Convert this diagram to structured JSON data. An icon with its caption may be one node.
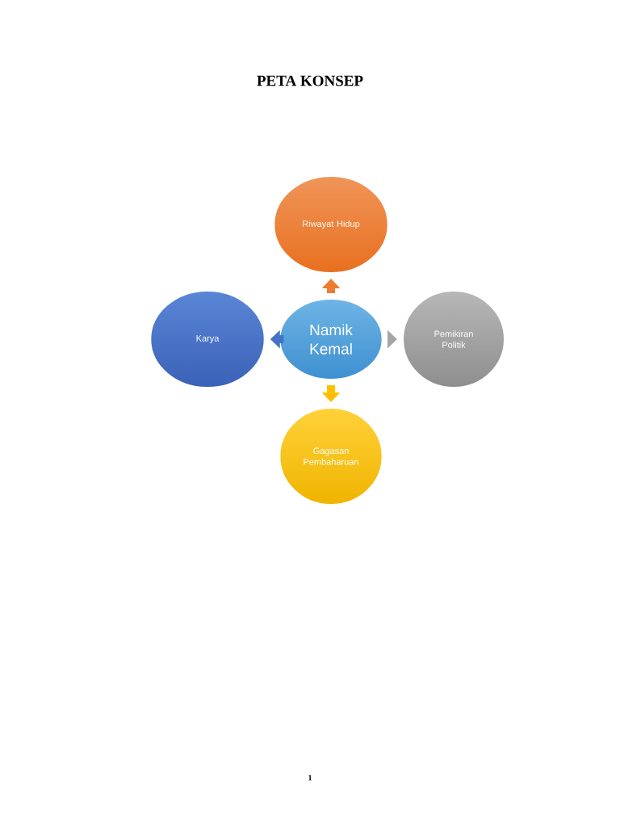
{
  "diagram": {
    "title": "PETA KONSEP",
    "nodes": [
      {
        "text": [
          "Riwayat Hidup"
        ]
      },
      {
        "text": [
          "Karya"
        ]
      },
      {
        "text": [
          "Namik Kemal"
        ]
      },
      {
        "text": [
          "Pemikiran Politik"
        ]
      },
      {
        "text": [
          "Gagasan Pembaharuan"
        ]
      }
    ],
    "edges": [
      {
        "from": 2,
        "to": 0,
        "arrow": "to",
        "color": "#ed7d31"
      },
      {
        "from": 2,
        "to": 1,
        "arrow": "to",
        "color": "#4472c4"
      },
      {
        "from": 2,
        "to": 3,
        "arrow": "to",
        "color": "#a5a5a5"
      },
      {
        "from": 2,
        "to": 4,
        "arrow": "to",
        "color": "#ffc000"
      }
    ],
    "labels": [
      "1"
    ]
  }
}
